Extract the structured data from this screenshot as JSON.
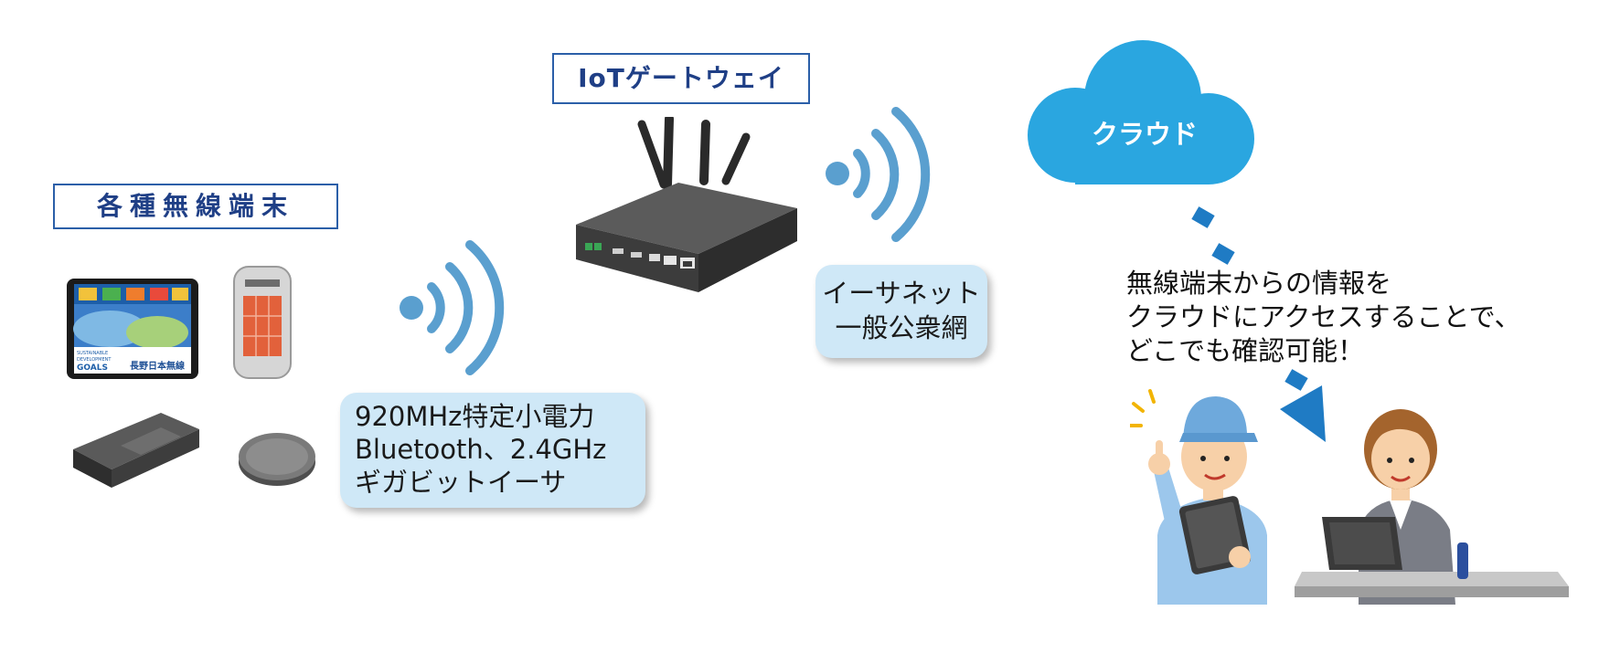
{
  "labels": {
    "devices_title": "各種無線端末",
    "gateway_title": "IoTゲートウェイ",
    "cloud_label": "クラウド"
  },
  "bubbles": {
    "radio": [
      "920MHz特定小電力",
      "Bluetooth、2.4GHz",
      "ギガビットイーサ"
    ],
    "ethernet": [
      "イーサネット",
      "一般公衆網"
    ]
  },
  "callout": [
    "無線端末からの情報を",
    "クラウドにアクセスすることで、",
    "どこでも確認可能！"
  ],
  "tablet_screen": {
    "sdgs": [
      "SUSTAINABLE",
      "DEVELOPMENT",
      "GOALS"
    ],
    "brand": "長野日本無線"
  },
  "colors": {
    "label_border": "#2b5fa8",
    "label_text": "#1f3f86",
    "bubble_fill": "#cfe8f7",
    "wave": "#5a9fcf",
    "cloud": "#2aa6e0",
    "arrow": "#1f7bc4"
  }
}
